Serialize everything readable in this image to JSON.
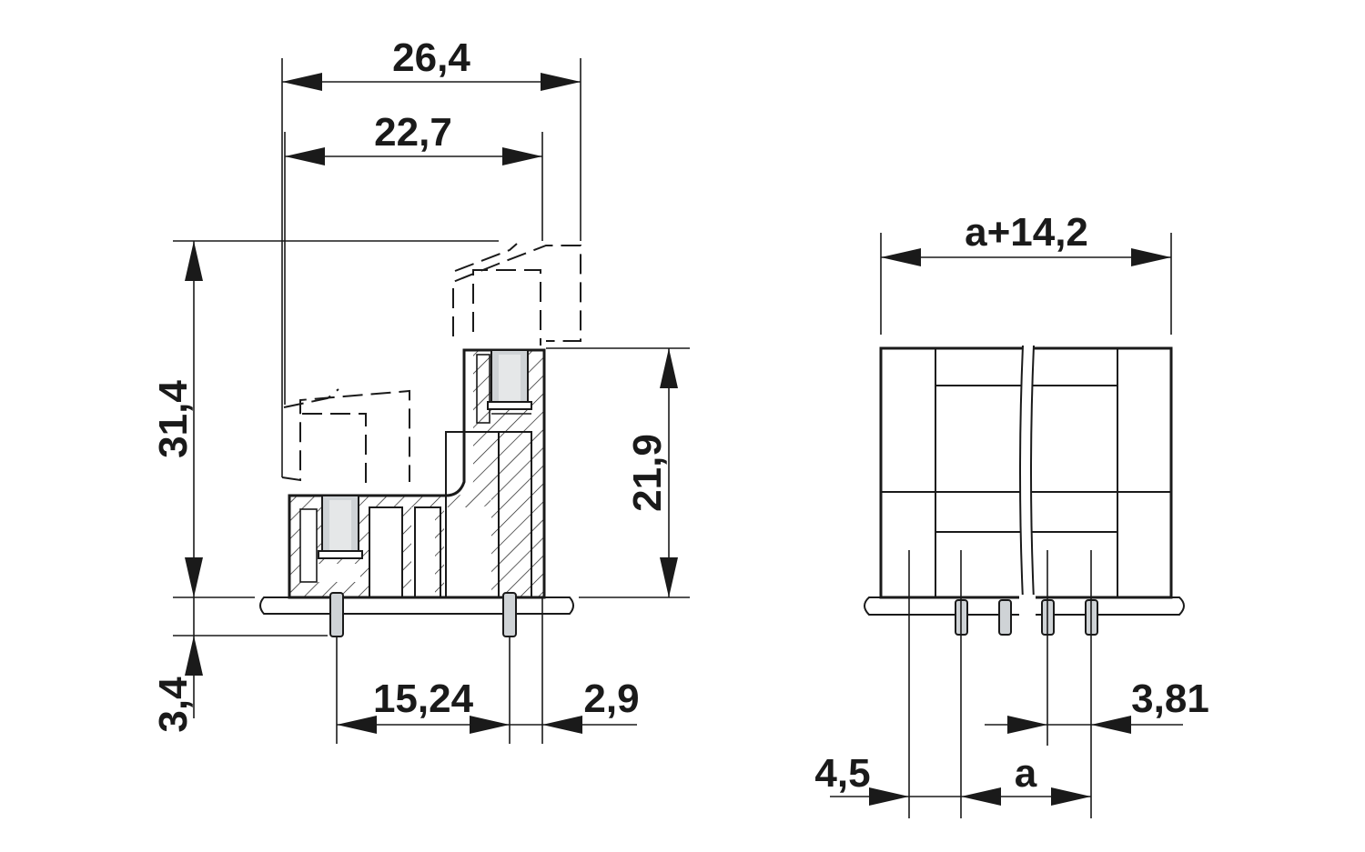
{
  "dimensions": {
    "width_total": "26,4",
    "width_body": "22,7",
    "height_total": "31,4",
    "height_body": "21,9",
    "pin_length": "3,4",
    "pin_pitch_side": "15,24",
    "rear_offset": "2,9",
    "front_width": "a+14,2",
    "front_pitch_offset": "3,81",
    "front_edge_offset": "4,5",
    "front_pitch": "a"
  },
  "colors": {
    "line": "#1a1a1a",
    "pin_fill": "#cfd3d6",
    "background": "#ffffff"
  }
}
